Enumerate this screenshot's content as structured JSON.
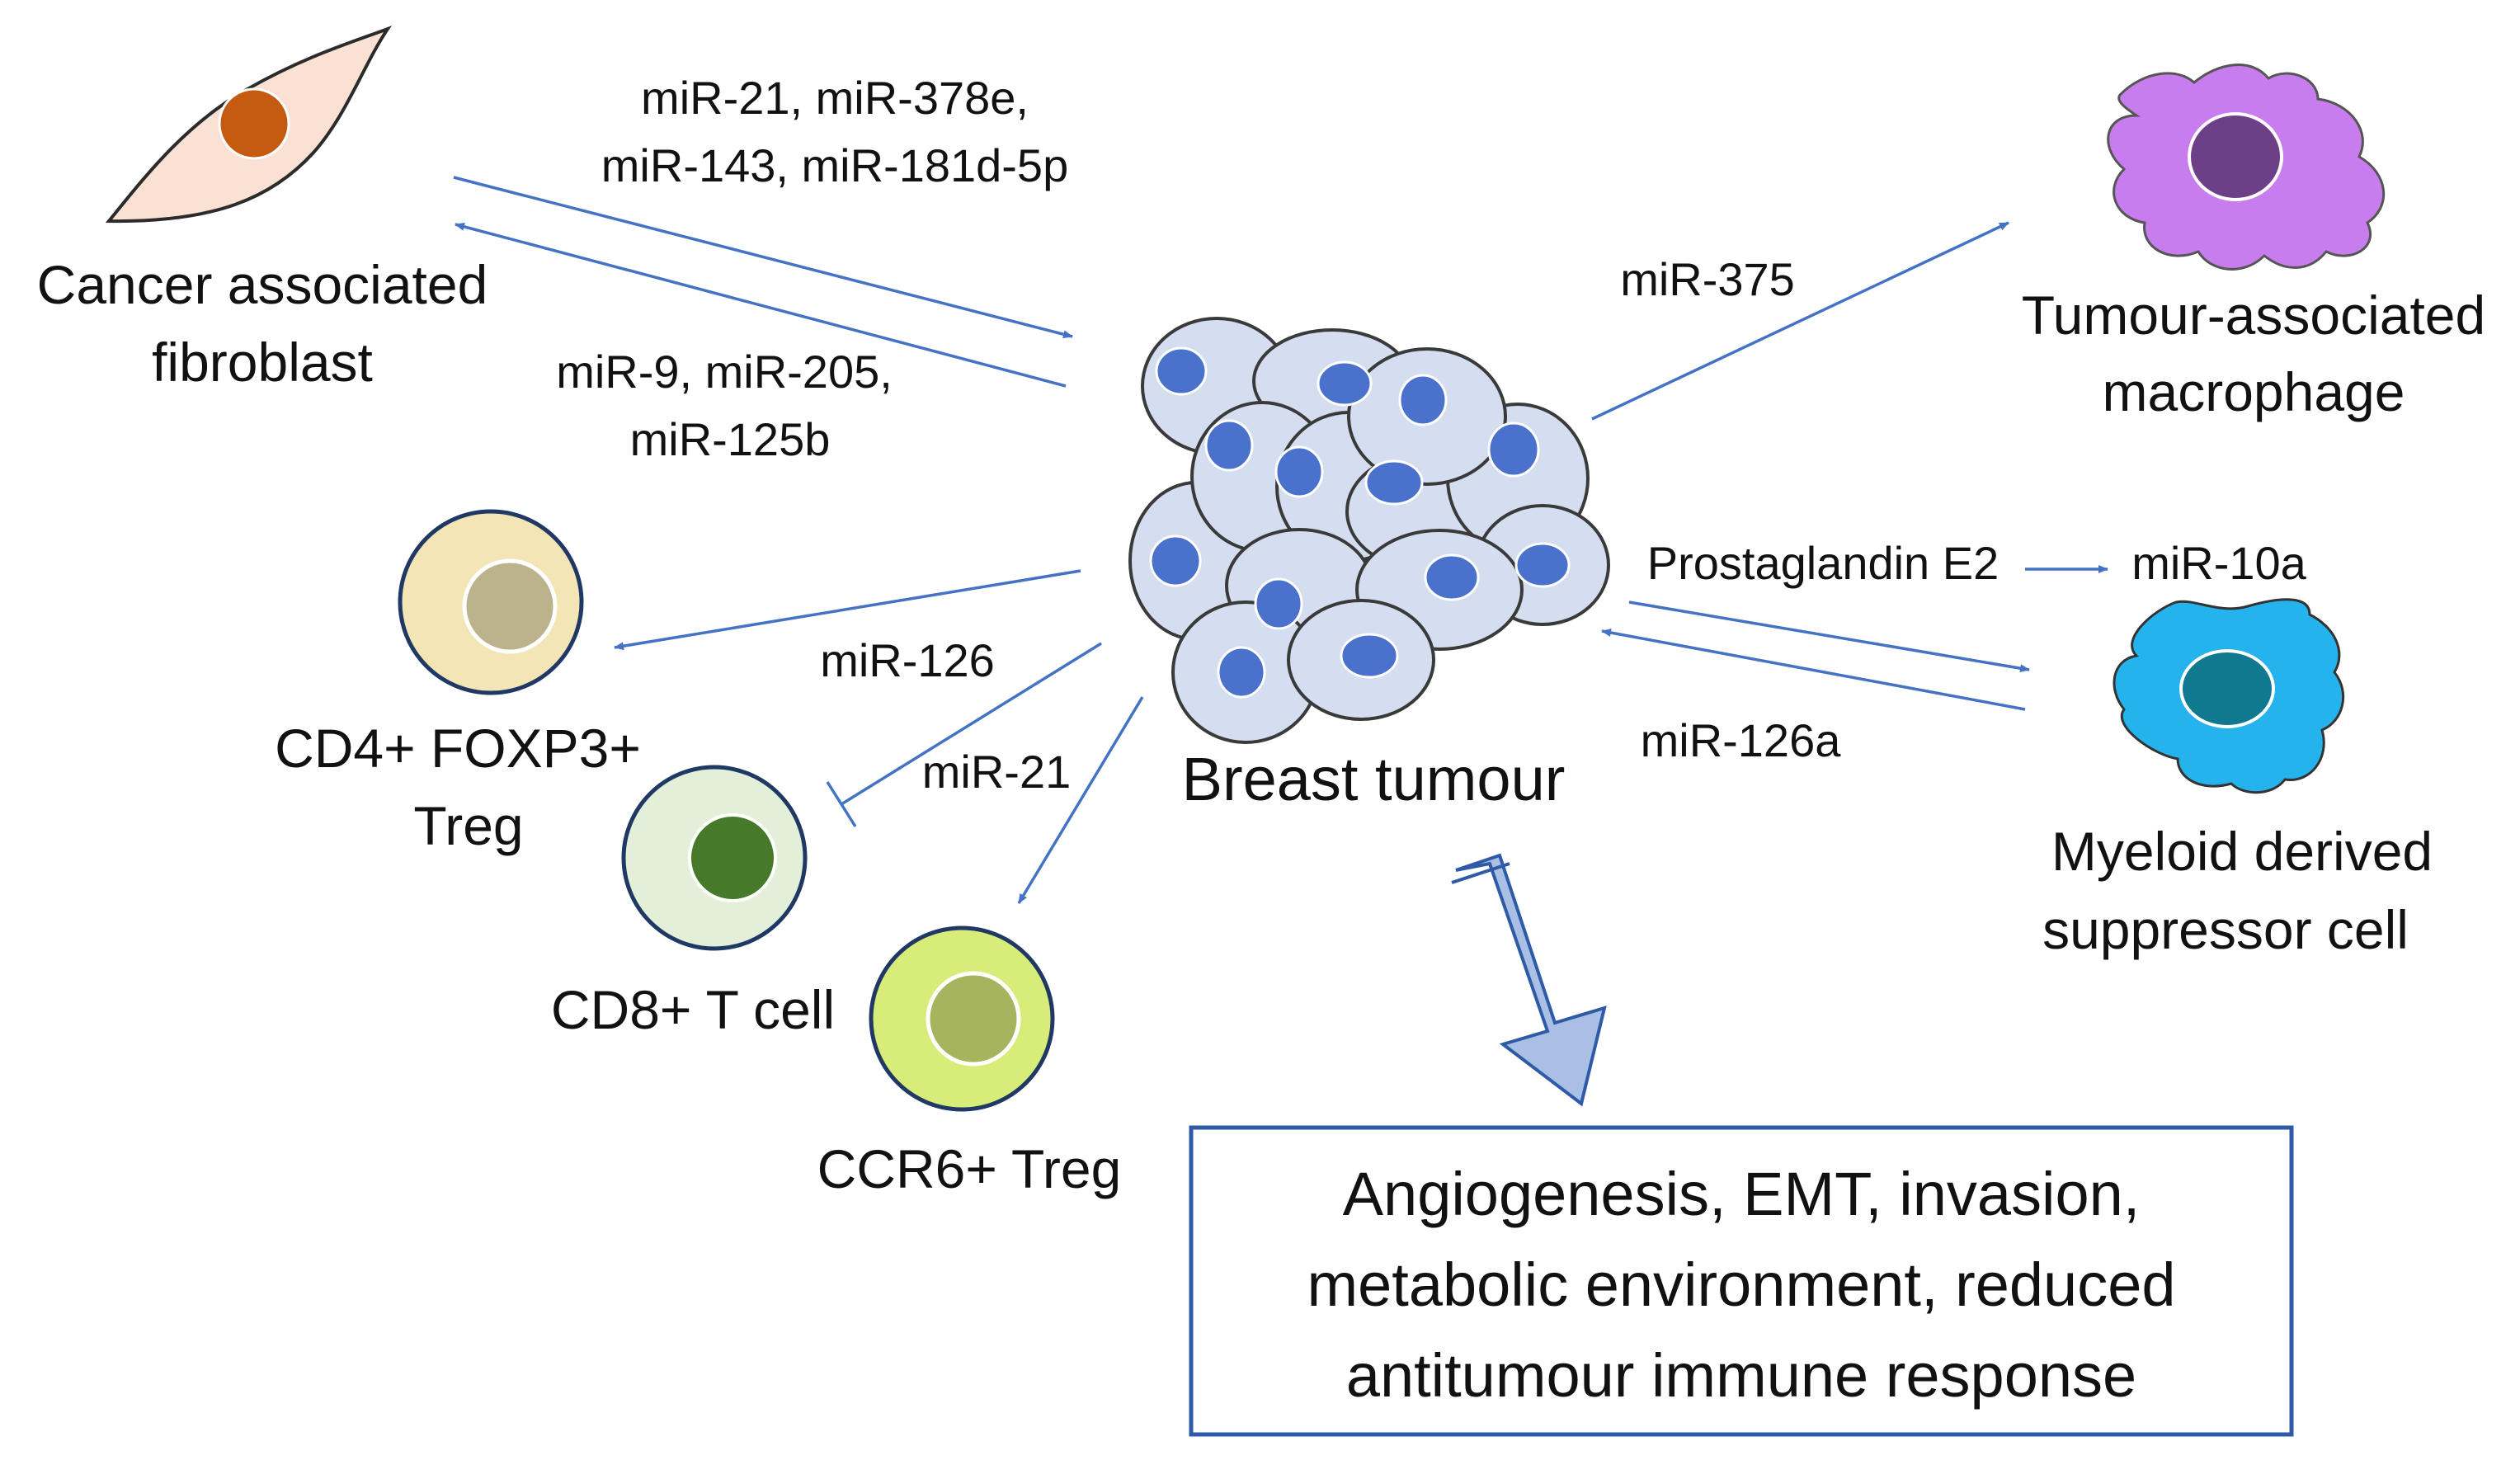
{
  "colors": {
    "arrow": "#4472c4",
    "outcome_border": "#2e5aa8",
    "fibroblast_body": "#fbe1d3",
    "fibroblast_nucleus": "#c55a11",
    "macrophage_body": "#c77dee",
    "macrophage_nucleus": "#6c3f86",
    "mdsc_body": "#25b3ee",
    "mdsc_nucleus": "#10798f",
    "treg_body": "#f3e5b5",
    "treg_nucleus": "#bcb38c",
    "cd8_body": "#e3efd9",
    "cd8_nucleus": "#467a2a",
    "ccr6_body": "#d8ec7a",
    "ccr6_nucleus": "#a6b45d",
    "tumour_cell": "#d5def0",
    "tumour_nucleus": "#4a72cc",
    "big_arrow": "#a9bfe3"
  },
  "cells": {
    "fibroblast": {
      "line1": "Cancer associated",
      "line2": "fibroblast"
    },
    "macrophage": {
      "line1": "Tumour-associated",
      "line2": "macrophage"
    },
    "mdsc": {
      "line1": "Myeloid derived",
      "line2": "suppressor cell"
    },
    "treg": {
      "line1": "CD4+ FOXP3+",
      "line2": "Treg"
    },
    "cd8": {
      "label": "CD8+ T cell"
    },
    "ccr6": {
      "label": "CCR6+ Treg"
    },
    "tumour": {
      "label": "Breast tumour"
    }
  },
  "mirnas": {
    "to_tumour_l1": "miR-21, miR-378e,",
    "to_tumour_l2": "miR-143, miR-181d-5p",
    "to_fibroblast_l1": "miR-9, miR-205,",
    "to_fibroblast_l2": "miR-125b",
    "to_macrophage": "miR-375",
    "prostaglandin": "Prostaglandin E2",
    "mir10a": "miR-10a",
    "mir126a": "miR-126a",
    "mir126": "miR-126",
    "mir21": "miR-21"
  },
  "outcome": {
    "line1": "Angiogenesis, EMT, invasion,",
    "line2": "metabolic environment, reduced",
    "line3": "antitumour immune response"
  }
}
